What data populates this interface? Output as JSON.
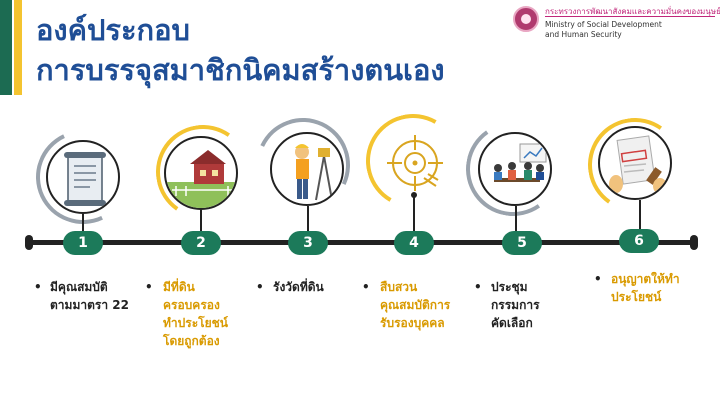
{
  "header": {
    "title_line1": "องค์ประกอบ",
    "title_line2": "การบรรจุสมาชิกนิคมสร้างตนเอง"
  },
  "ministry": {
    "name_th": "กระทรวงการพัฒนาสังคมและความมั่นคงของมนุษย์",
    "name_en_line1": "Ministry of Social Development",
    "name_en_line2": "and Human Security"
  },
  "steps": [
    {
      "number": "1",
      "lines": [
        "มีคุณสมบัติ",
        "ตามมาตรา 22"
      ],
      "icon": "scroll-icon"
    },
    {
      "number": "2",
      "lines": [
        "มีที่ดิน",
        "ครอบครอง",
        "ทำประโยชน์",
        "โดยถูกต้อง"
      ],
      "icon": "house-farm-icon"
    },
    {
      "number": "3",
      "lines": [
        "รังวัดที่ดิน"
      ],
      "icon": "surveyor-icon"
    },
    {
      "number": "4",
      "lines": [
        "สืบสวน",
        "คุณสมบัติการ",
        "รับรองบุคคล"
      ],
      "icon": "target-icon"
    },
    {
      "number": "5",
      "lines": [
        "ประชุม",
        "กรรมการ",
        "คัดเลือก"
      ],
      "icon": "meeting-icon"
    },
    {
      "number": "6",
      "lines": [
        "อนุญาตให้ทำ",
        "ประโยชน์"
      ],
      "icon": "approved-stamp-icon"
    }
  ],
  "colors": {
    "title": "#1f4e96",
    "step_badge": "#1c7a5a",
    "gold_text": "#d99a00",
    "accent_green": "#1c6b52",
    "accent_yellow": "#f4c430",
    "ministry": "#c0267a"
  }
}
